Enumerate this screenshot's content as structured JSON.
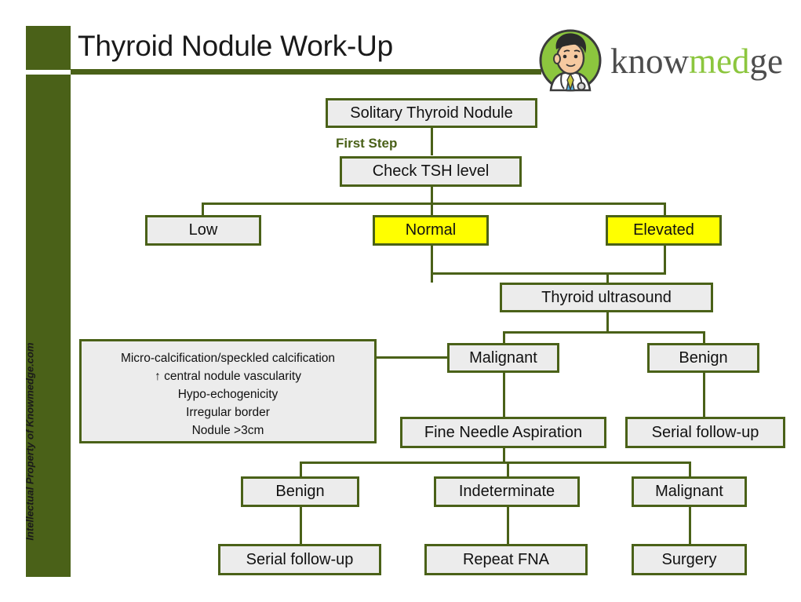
{
  "header": {
    "title": "Thyroid Nodule Work-Up",
    "accent_color": "#4A6118",
    "logo": {
      "name_part1": "know",
      "name_part2": "med",
      "name_part3": "ge",
      "avatar_icon": "doctor-avatar-icon",
      "circle_color": "#8CC63E",
      "med_color": "#8CC63E"
    }
  },
  "sidebar": {
    "credit": "Intellectual Property of Knowmedge.com"
  },
  "flowchart": {
    "step_label": "First Step",
    "highlight_color": "#FFFF00",
    "box_fill": "#ECECEC",
    "nodes": {
      "solitary_nodule": "Solitary Thyroid Nodule",
      "check_tsh": "Check TSH level",
      "low": "Low",
      "normal": "Normal",
      "elevated": "Elevated",
      "thyroid_ultrasound": "Thyroid ultrasound",
      "us_malignant": "Malignant",
      "us_benign": "Benign",
      "fna": "Fine Needle Aspiration",
      "benign_followup": "Serial follow-up",
      "fna_benign": "Benign",
      "fna_indeterminate": "Indeterminate",
      "fna_malignant": "Malignant",
      "result_followup": "Serial follow-up",
      "result_repeat_fna": "Repeat FNA",
      "result_surgery": "Surgery"
    },
    "criteria": {
      "line1": "Micro-calcification/speckled calcification",
      "line2": "↑ central nodule vascularity",
      "line3": "Hypo-echogenicity",
      "line4": "Irregular border",
      "line5": "Nodule >3cm"
    }
  }
}
